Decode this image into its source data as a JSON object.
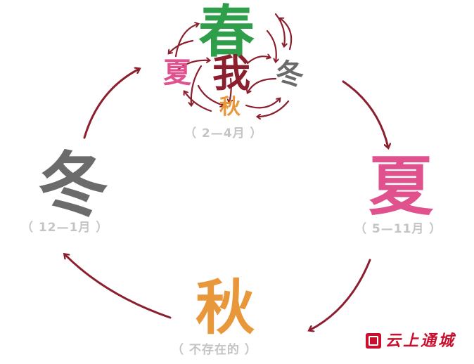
{
  "spring": {
    "label": "春",
    "range": "（ 2—4月 ）",
    "color": "#2e9e4a"
  },
  "summer": {
    "label": "夏",
    "range": "（ 5—11月 ）",
    "color": "#e0528e"
  },
  "autumn": {
    "label": "秋",
    "range": "（ 不存在的 ）",
    "color": "#e8973a"
  },
  "winter": {
    "label": "冬",
    "range": "（ 12—1月 ）",
    "color": "#6b6b6b"
  },
  "center": {
    "me": "我",
    "summer": "夏",
    "winter": "冬",
    "autumn": "秋"
  },
  "arrow_color": "#8b1f2e",
  "watermark": {
    "text": "云上通城",
    "seal": "seal-icon"
  }
}
